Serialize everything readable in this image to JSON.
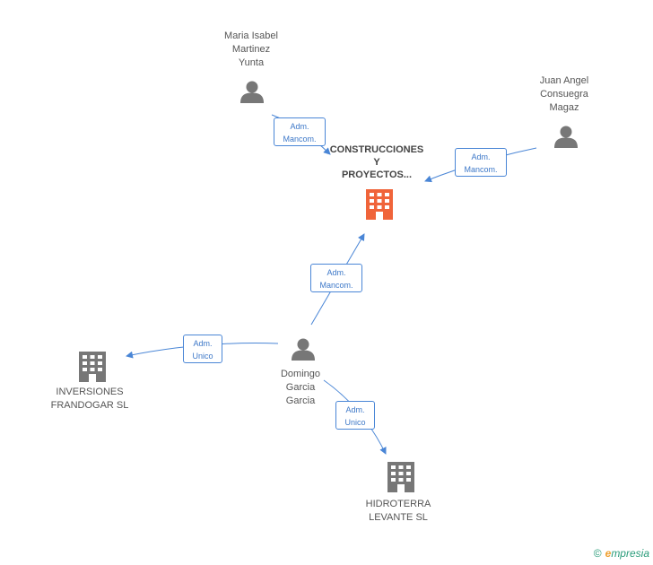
{
  "nodes": {
    "main_company": {
      "label": [
        "CONSTRUCCIONES",
        "Y",
        "PROYECTOS..."
      ],
      "color": "#f0643a"
    },
    "person_maria": {
      "label": [
        "Maria Isabel",
        "Martinez",
        "Yunta"
      ]
    },
    "person_juan": {
      "label": [
        "Juan Angel",
        "Consuegra",
        "Magaz"
      ]
    },
    "person_domingo": {
      "label": [
        "Domingo",
        "Garcia",
        "Garcia"
      ]
    },
    "company_inversiones": {
      "label": [
        "INVERSIONES",
        "FRANDOGAR SL"
      ]
    },
    "company_hidroterra": {
      "label": [
        "HIDROTERRA",
        "LEVANTE SL"
      ]
    }
  },
  "edges": {
    "maria_to_main": {
      "label": [
        "Adm.",
        "Mancom."
      ]
    },
    "juan_to_main": {
      "label": [
        "Adm.",
        "Mancom."
      ]
    },
    "domingo_to_main": {
      "label": [
        "Adm.",
        "Mancom."
      ]
    },
    "domingo_to_inversiones": {
      "label": [
        "Adm.",
        "Unico"
      ]
    },
    "domingo_to_hidroterra": {
      "label": [
        "Adm.",
        "Unico"
      ]
    }
  },
  "footer": {
    "copyright": "©",
    "brand_initial": "e",
    "brand_rest": "mpresia"
  },
  "colors": {
    "edge": "#4a86d6",
    "icon_gray": "#777777",
    "main_company": "#f0643a"
  }
}
